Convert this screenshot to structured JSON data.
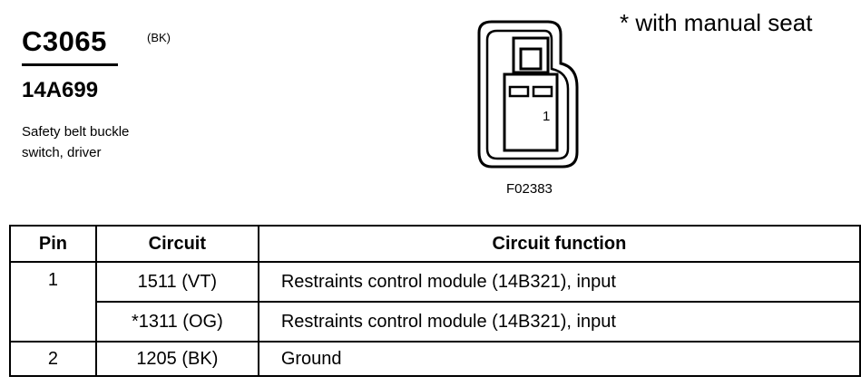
{
  "connector": {
    "id": "C3065",
    "color_code": "(BK)",
    "part_number": "14A699",
    "description_line1": "Safety belt buckle",
    "description_line2": "switch, driver",
    "note": "* with manual seat",
    "figure_id": "F02383",
    "pin_label": "1"
  },
  "table": {
    "headers": {
      "pin": "Pin",
      "circuit": "Circuit",
      "function": "Circuit function"
    },
    "rows": [
      {
        "pin": "1",
        "circuit": "1511 (VT)",
        "function": "Restraints control module (14B321), input"
      },
      {
        "pin": "",
        "circuit": "*1311 (OG)",
        "function": "Restraints control module (14B321), input"
      },
      {
        "pin": "2",
        "circuit": "1205 (BK)",
        "function": "Ground"
      }
    ]
  }
}
